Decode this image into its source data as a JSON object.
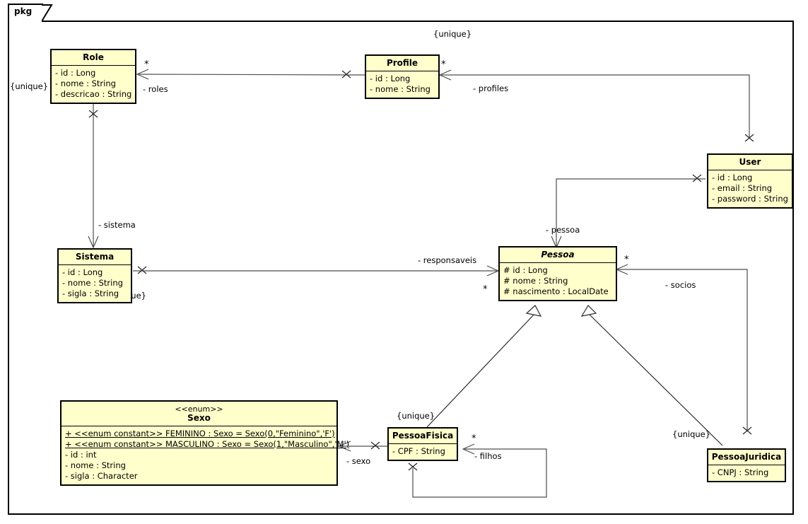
{
  "diagram": {
    "frame_label": "pkg",
    "background": "#ffffff",
    "class_fill": "#ffffcc",
    "class_border": "#000000",
    "line_color": "#4d4d4d"
  },
  "classes": {
    "role": {
      "name": "Role",
      "attributes": [
        "- id : Long",
        "- nome : String",
        "- descricao : String"
      ]
    },
    "profile": {
      "name": "Profile",
      "attributes": [
        "- id : Long",
        "- nome : String"
      ]
    },
    "user": {
      "name": "User",
      "attributes": [
        "- id : Long",
        "- email : String",
        "- password : String"
      ]
    },
    "sistema": {
      "name": "Sistema",
      "attributes": [
        "- id : Long",
        "- nome : String",
        "- sigla : String"
      ]
    },
    "pessoa": {
      "name": "Pessoa",
      "attributes": [
        "# id : Long",
        "# nome : String",
        "# nascimento : LocalDate"
      ]
    },
    "sexo": {
      "stereotype": "<<enum>>",
      "name": "Sexo",
      "attributes": [
        "+ <<enum constant>> FEMININO : Sexo = Sexo(0,\"Feminino\",'F')",
        "+ <<enum constant>> MASCULINO : Sexo = Sexo(1,\"Masculino\",'M')",
        "- id : int",
        "- nome : String",
        "- sigla : Character"
      ]
    },
    "pessoafisica": {
      "name": "PessoaFisica",
      "attributes": [
        "- CPF : String"
      ]
    },
    "pessoajuridica": {
      "name": "PessoaJuridica",
      "attributes": [
        "- CNPJ : String"
      ]
    }
  },
  "edge_labels": {
    "roles": "- roles",
    "profiles": "- profiles",
    "sistema": "- sistema",
    "pessoa": "- pessoa",
    "responsaveis": "- responsaveis",
    "socios": "- socios",
    "filhos": "- filhos",
    "sexo": "- sexo"
  },
  "multiplicities": {
    "role_end": "*",
    "profile_end": "*",
    "pessoa_right": "*",
    "pessoa_left": "*",
    "pessoafisica_end": "*"
  },
  "constraints": {
    "left": "{unique}",
    "top": "{unique}",
    "sistema": "que}",
    "pessoafisica": "{unique}",
    "pessoajuridica": "{unique}"
  }
}
